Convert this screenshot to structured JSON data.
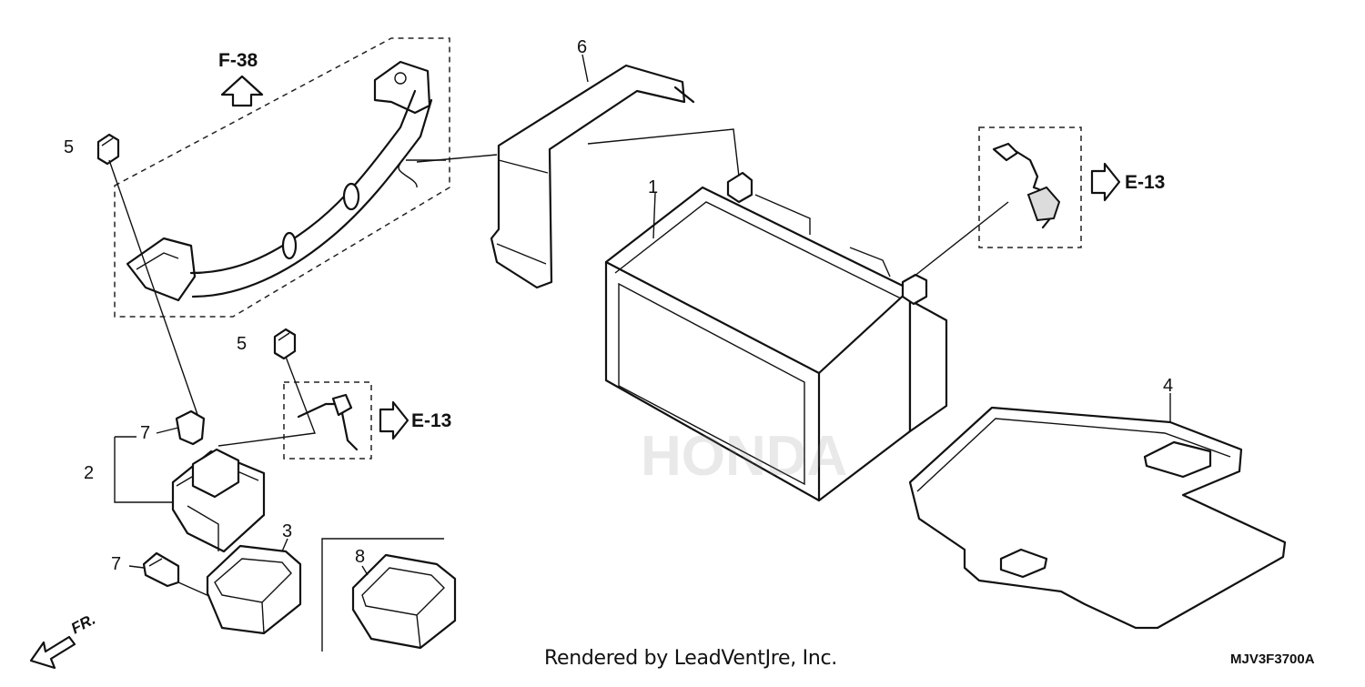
{
  "callouts": {
    "c1": "1",
    "c2": "2",
    "c3": "3",
    "c4": "4",
    "c5a": "5",
    "c5b": "5",
    "c6": "6",
    "c7a": "7",
    "c7b": "7",
    "c8": "8"
  },
  "refs": {
    "f38": "F-38",
    "e13_right": "E-13",
    "e13_left": "E-13"
  },
  "front_label": "FR.",
  "credit": "Rendered by LeadVentJre, Inc.",
  "diagram_code": "MJV3F3700A"
}
